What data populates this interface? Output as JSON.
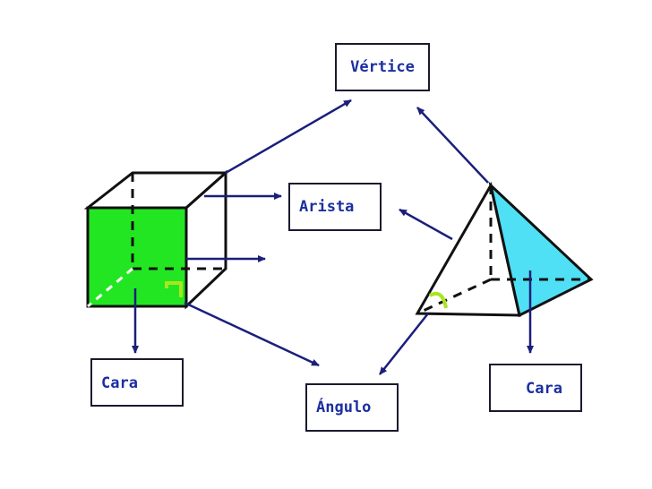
{
  "labels": {
    "vertice": "Vértice",
    "arista": "Arista",
    "cara_left": "Cara",
    "angulo": "Ángulo",
    "cara_right": "Cara"
  },
  "colors": {
    "cube_face": "#22e622",
    "pyramid_face": "#4fe0f5",
    "arrow": "#1a1f7a",
    "angle_mark": "#a8e61d",
    "label_text": "#1c2fa0"
  }
}
